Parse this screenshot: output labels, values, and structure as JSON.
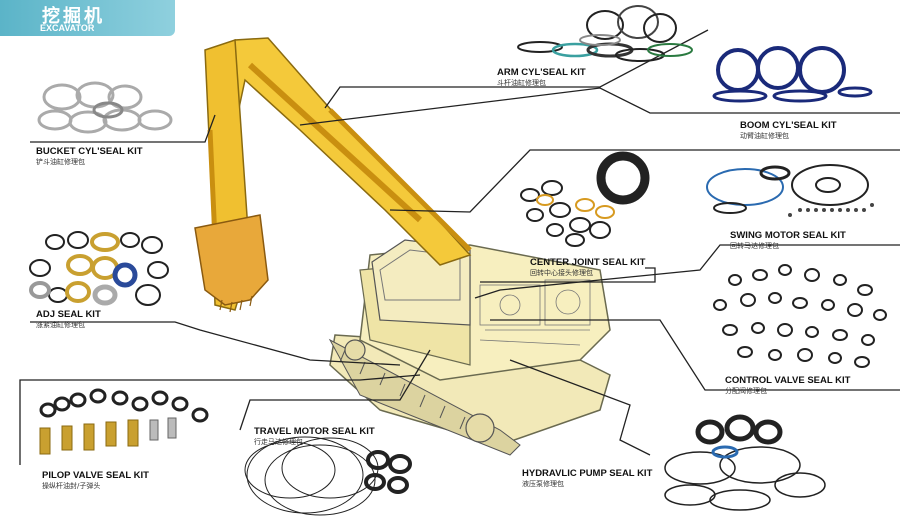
{
  "header": {
    "title_zh": "挖掘机",
    "title_en": "EXCAVATOR"
  },
  "kits": [
    {
      "name": "ARM CYL'SEAL KIT",
      "zh": "斗杆油缸修理包"
    },
    {
      "name": "BOOM CYL'SEAL KIT",
      "zh": "动臂油缸修理包"
    },
    {
      "name": "BUCKET CYL'SEAL KIT",
      "zh": "铲斗油缸修理包"
    },
    {
      "name": "CENTER JOINT SEAL KIT",
      "zh": "回转中心接头修理包"
    },
    {
      "name": "SWING MOTOR SEAL KIT",
      "zh": "回转马达修理包"
    },
    {
      "name": "ADJ SEAL KIT",
      "zh": "涨紧油缸修理包"
    },
    {
      "name": "CONTROL VALVE SEAL KIT",
      "zh": "分配阀修理包"
    },
    {
      "name": "TRAVEL MOTOR SEAL KIT",
      "zh": "行走马达修理包"
    },
    {
      "name": "HYDRAVLIC PUMP SEAL KIT",
      "zh": "液压泵修理包"
    },
    {
      "name": "PILOP VALVE SEAL KIT",
      "zh": "操纵杆油封/子弹头"
    }
  ]
}
